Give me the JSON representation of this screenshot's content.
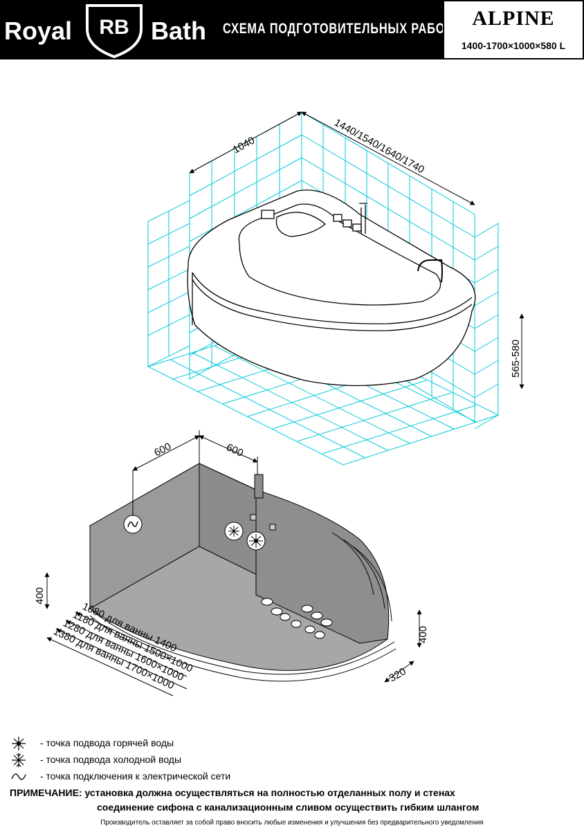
{
  "header": {
    "brand_left": "Royal",
    "brand_badge": "RB",
    "brand_right": "Bath",
    "title": "СХЕМА ПОДГОТОВИТЕЛЬНЫХ РАБОТ",
    "model": "ALPINE",
    "model_dims": "1400-1700×1000×580 L"
  },
  "top_view": {
    "dim_width": "1040",
    "dim_length": "1440/1540/1640/1740",
    "dim_height": "565-580",
    "grid_color": "#00c8d8"
  },
  "bottom_view": {
    "dim_a": "600",
    "dim_b": "600",
    "dim_left_height": "400",
    "dim_right_height": "400",
    "dim_depth": "320",
    "dim_lines": [
      "1080 для ванны 1400",
      "1180 для ванны 1500×1000",
      "1280 для ванны 1600×1000",
      "1380 для ванны 1700×1000"
    ],
    "fill_color": "#9a9a9a"
  },
  "legend": [
    {
      "icon": "hot-water-icon",
      "text": "- точка подвода горячей воды"
    },
    {
      "icon": "cold-water-icon",
      "text": "- точка подвода холодной воды"
    },
    {
      "icon": "electric-icon",
      "text": "- точка подключения к электрической сети"
    }
  ],
  "note": {
    "label": "ПРИМЕЧАНИЕ:",
    "line1": "установка должна осуществляться на полностью отделанных полу и стенах",
    "line2": "соединение сифона с канализационным сливом осуществить гибким шлангом"
  },
  "footer": "Производитель оставляет за собой право вносить любые изменения и улучшения без предварительного уведомления"
}
